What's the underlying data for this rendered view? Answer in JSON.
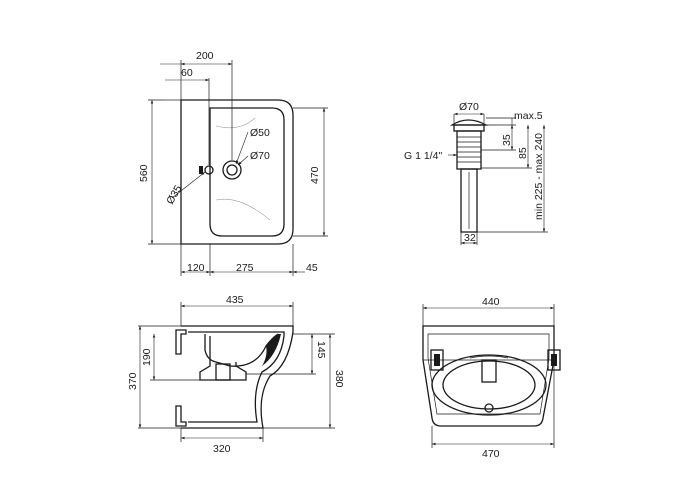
{
  "top_view": {
    "dims": {
      "width_top": "200",
      "hole_offset": "60",
      "height_left": "560",
      "height_right": "470",
      "hole_dia_small": "Ø35",
      "drain_dia_a": "Ø50",
      "drain_dia_b": "Ø70",
      "bottom_a": "120",
      "bottom_b": "275",
      "bottom_c": "45"
    }
  },
  "drain_view": {
    "dims": {
      "top_dia": "Ø70",
      "max_gap": "max.5",
      "thread": "G 1 1/4\"",
      "h35": "35",
      "h85": "85",
      "range": "min 225 - max 240",
      "bottom_width": "32"
    }
  },
  "side_view": {
    "dims": {
      "top_width": "435",
      "h190": "190",
      "h370": "370",
      "h145": "145",
      "h380": "380",
      "bottom_width": "320"
    }
  },
  "front_view": {
    "dims": {
      "top_width": "440",
      "bottom_width": "470"
    }
  }
}
